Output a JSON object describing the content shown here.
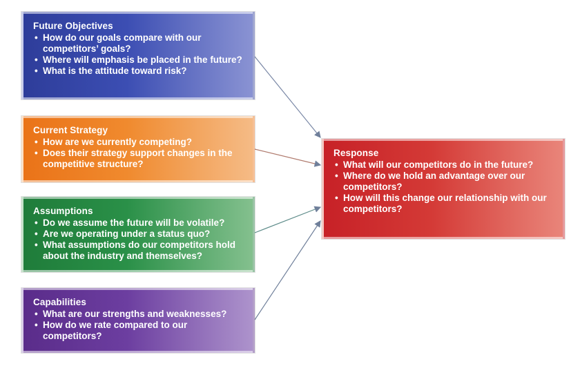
{
  "boxes": {
    "future": {
      "title": "Future Objectives",
      "items": [
        "How do our goals compare with our competitors’ goals?",
        "Where will emphasis be placed in the future?",
        "What is the attitude toward risk?"
      ]
    },
    "strategy": {
      "title": "Current Strategy",
      "items": [
        "How are we currently competing?",
        "Does their strategy support changes in the competitive structure?"
      ]
    },
    "assumptions": {
      "title": "Assumptions",
      "items": [
        "Do we assume the future will be volatile?",
        "Are we operating under a status quo?",
        "What assumptions do our competitors hold about the industry and themselves?"
      ]
    },
    "capabilities": {
      "title": "Capabilities",
      "items": [
        "What are our strengths and weaknesses?",
        "How do we rate compared to our competitors?"
      ]
    },
    "response": {
      "title": "Response",
      "items": [
        "What will our competitors do in the future?",
        "Where do we hold an advantage over our competitors?",
        "How will this change our relationship with our competitors?"
      ]
    }
  },
  "colors": {
    "future": "#3c4eb3",
    "strategy": "#f08a2e",
    "assumptions": "#2a9048",
    "capabilities": "#6c3ea0",
    "response": "#d43a36"
  }
}
